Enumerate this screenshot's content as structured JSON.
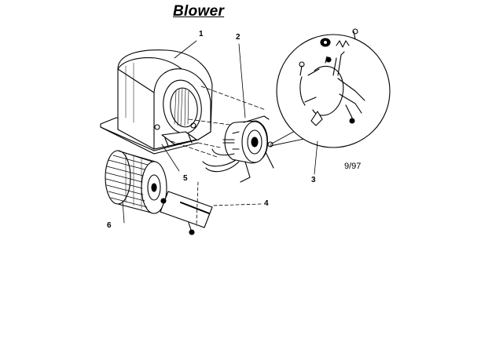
{
  "title": "Blower",
  "callouts": {
    "housing": "1",
    "motor": "2",
    "motor_mount": "3",
    "bracket": "4",
    "screw": "5",
    "wheel": "6"
  },
  "revision": "9/97",
  "colors": {
    "ink": "#000000",
    "paper": "#ffffff"
  }
}
